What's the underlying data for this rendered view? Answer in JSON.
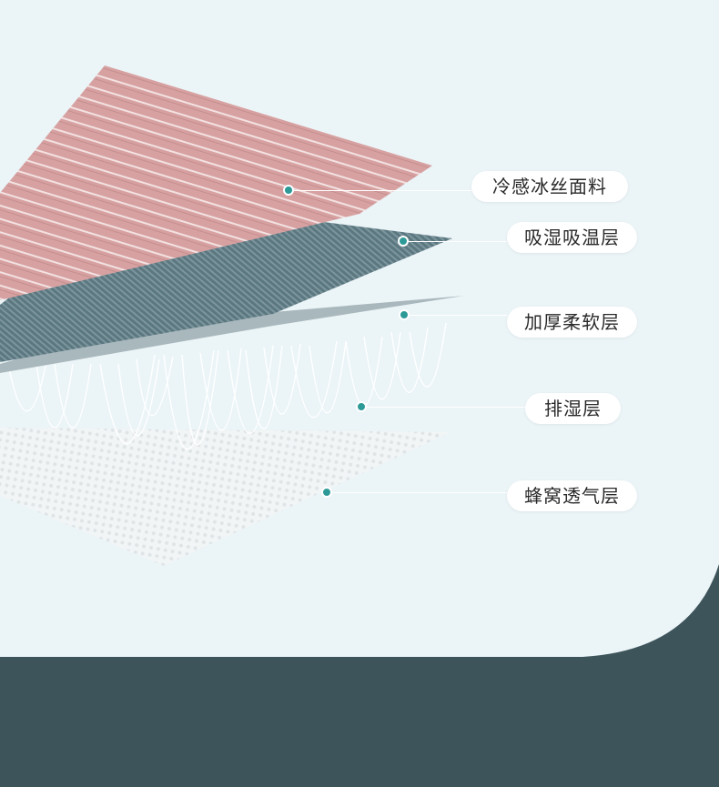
{
  "colors": {
    "background": "#ebf4f7",
    "footer": "#3d545b",
    "dot": "#2e9a97",
    "pink_layer": "#d9a3a3",
    "slate_layer": "#5f7a83"
  },
  "layers": [
    {
      "label": "冷感冰丝面料"
    },
    {
      "label": "吸湿吸温层"
    },
    {
      "label": "加厚柔软层"
    },
    {
      "label": "排湿层"
    },
    {
      "label": "蜂窝透气层"
    }
  ]
}
